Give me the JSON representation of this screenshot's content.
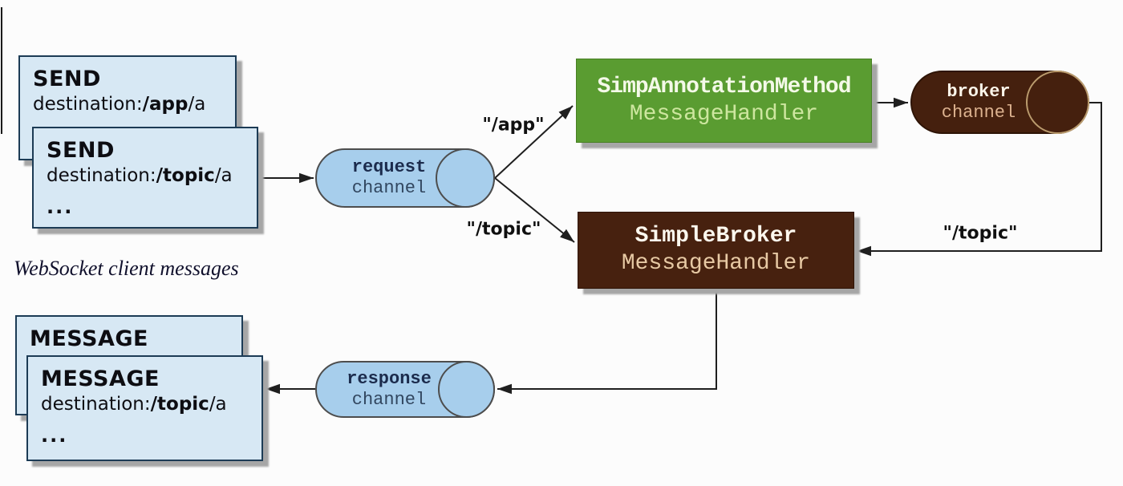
{
  "diagram": {
    "caption": "WebSocket client messages",
    "send_stack": {
      "back": {
        "title": "SEND",
        "dest_prefix": "destination:",
        "dest_bold": "/app",
        "dest_suffix": "/a"
      },
      "front": {
        "title": "SEND",
        "dest_prefix": "destination:",
        "dest_bold": "/topic",
        "dest_suffix": "/a",
        "ellipsis": "..."
      }
    },
    "message_stack": {
      "back": {
        "title": "MESSAGE"
      },
      "front": {
        "title": "MESSAGE",
        "dest_prefix": "destination:",
        "dest_bold": "/topic",
        "dest_suffix": "/a",
        "ellipsis": "..."
      }
    },
    "channels": {
      "request": {
        "line1": "request",
        "line2": "channel"
      },
      "response": {
        "line1": "response",
        "line2": "channel"
      },
      "broker": {
        "line1": "broker",
        "line2": "channel"
      }
    },
    "handlers": {
      "annotation": {
        "line1": "SimpAnnotationMethod",
        "line2": "MessageHandler"
      },
      "simple_broker": {
        "line1": "SimpleBroker",
        "line2": "MessageHandler"
      }
    },
    "labels": {
      "app": "\"/app\"",
      "topic_request": "\"/topic\"",
      "topic_broker": "\"/topic\""
    },
    "colors": {
      "card_fill": "#d7e8f4",
      "card_border": "#1c3b55",
      "channel_fill": "#a7ceec",
      "channel_border": "#4d4d4d",
      "channel_text": "#1b2b4c",
      "handler_green": "#5a9c31",
      "handler_green_text_secondary": "#cde69f",
      "broker_brown": "#45200e",
      "broker_text_secondary": "#e7c9a4",
      "cylinder_cap_stroke": "#bb9c6e",
      "arrow": "#1f1f1f",
      "shadow": "#a6a6a6"
    }
  }
}
